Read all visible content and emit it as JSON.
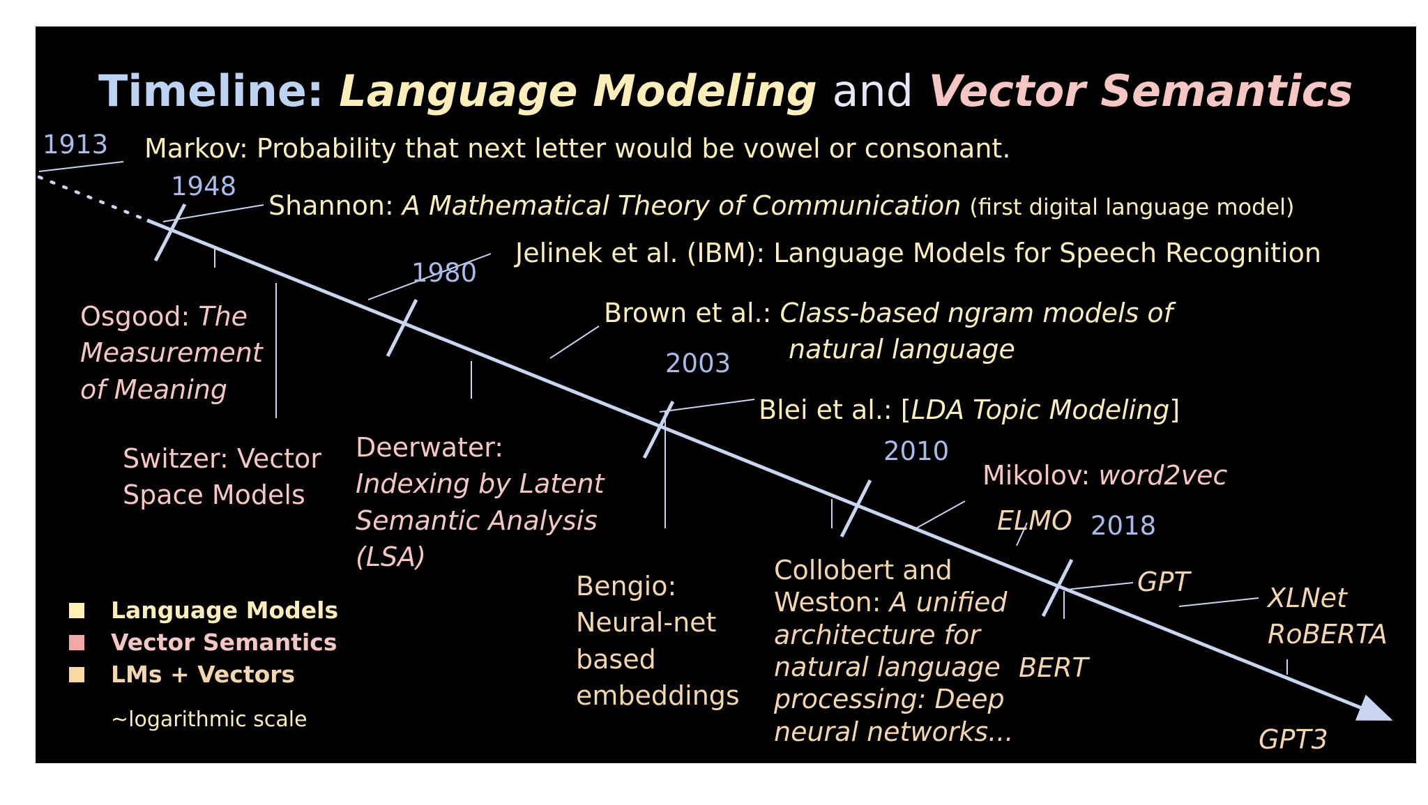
{
  "title": {
    "prefix": "Timeline:",
    "lm": "Language Modeling",
    "and": "and",
    "vs": "Vector Semantics"
  },
  "years": {
    "y1913": "1913",
    "y1948": "1948",
    "y1980": "1980",
    "y2003": "2003",
    "y2010": "2010",
    "y2018": "2018"
  },
  "events": {
    "markov": "Markov: Probability that next letter would be vowel or consonant.",
    "shannon_name": "Shannon:",
    "shannon_title": "A Mathematical Theory of Communication",
    "shannon_note": "(first digital language model)",
    "jelinek": "Jelinek et al. (IBM): Language Models for Speech Recognition",
    "osgood_name": "Osgood:",
    "osgood_title_1": "The",
    "osgood_title_2": "Measurement",
    "osgood_title_3": "of Meaning",
    "brown_name": "Brown et al.:",
    "brown_title_1": "Class-based ngram models of",
    "brown_title_2": "natural language",
    "blei_name": "Blei et al.: [",
    "blei_title": "LDA Topic Modeling",
    "blei_end": "]",
    "switzer_1": "Switzer: Vector",
    "switzer_2": "Space Models",
    "deerwater_name": "Deerwater:",
    "deerwater_title_1": "Indexing by Latent",
    "deerwater_title_2": "Semantic Analysis",
    "deerwater_title_3": "(LSA)",
    "mikolov_name": "Mikolov:",
    "mikolov_title": "word2vec",
    "elmo": "ELMO",
    "gpt": "GPT",
    "xlnet": "XLNet",
    "roberta": "RoBERTA",
    "bert": "BERT",
    "gpt3": "GPT3",
    "bengio_1": "Bengio:",
    "bengio_2": "Neural-net",
    "bengio_3": "based",
    "bengio_4": "embeddings",
    "collobert_1": "Collobert and",
    "collobert_2": "Weston:",
    "collobert_3": "A unified",
    "collobert_4": "architecture for",
    "collobert_5": "natural language",
    "collobert_6": "processing: Deep",
    "collobert_7": "neural networks..."
  },
  "legend": [
    {
      "label": "Language Models",
      "color": "#fdf0b0"
    },
    {
      "label": "Vector Semantics",
      "color": "#f3a7a7"
    },
    {
      "label": "LMs + Vectors",
      "color": "#f9d9a3"
    }
  ],
  "scale_note": "~logarithmic scale",
  "colors": {
    "background": "#000000",
    "axis": "#c8d6f2",
    "language_models": "#fbeeb8",
    "vector_semantics": "#f6c7c2",
    "lms_vectors": "#f4d6ac",
    "year_text": "#a9bbe8"
  }
}
